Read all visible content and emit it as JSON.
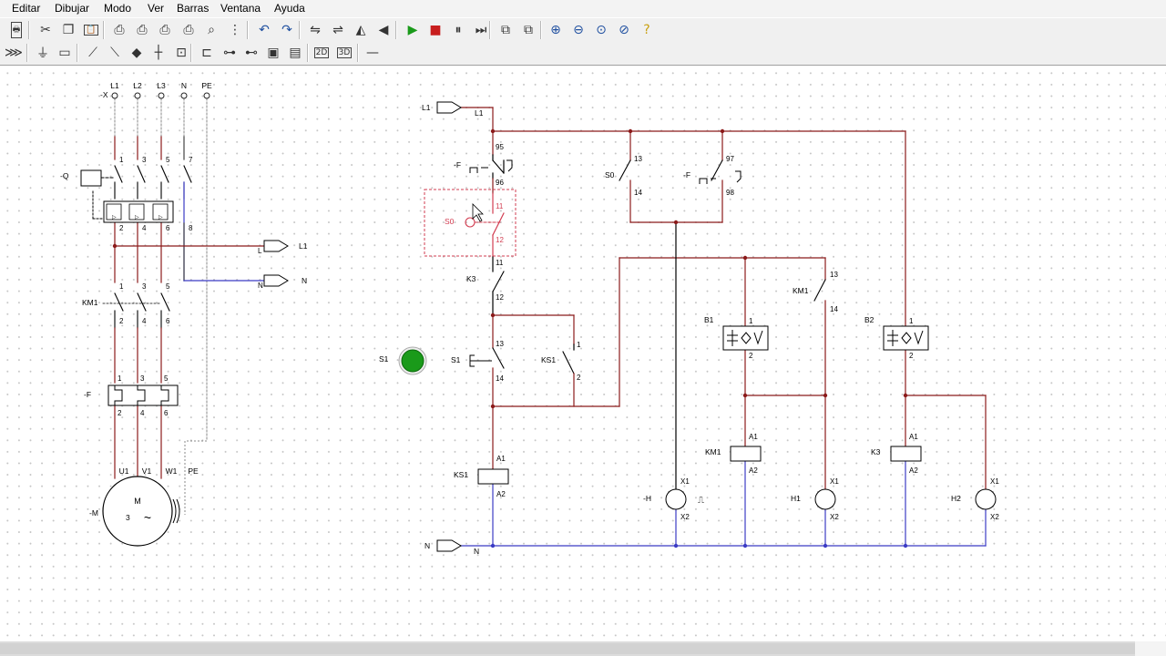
{
  "menu": [
    "Editar",
    "Dibujar",
    "Modo",
    "Ver",
    "Barras",
    "Ventana",
    "Ayuda"
  ],
  "toolbar1": [
    {
      "name": "print",
      "glyph": "🖶"
    },
    {
      "name": "cut",
      "glyph": "✂"
    },
    {
      "name": "copy",
      "glyph": "❐"
    },
    {
      "name": "paste",
      "glyph": "📋"
    },
    {
      "name": "print-preview-1",
      "glyph": "⎙"
    },
    {
      "name": "print-preview-2",
      "glyph": "⎙"
    },
    {
      "name": "print-preview-3",
      "glyph": "⎙"
    },
    {
      "name": "print-preview-4",
      "glyph": "⎙"
    },
    {
      "name": "find",
      "glyph": "⌕"
    },
    {
      "name": "grid",
      "glyph": "⋮"
    },
    {
      "name": "undo",
      "glyph": "↶"
    },
    {
      "name": "redo",
      "glyph": "↷"
    },
    {
      "name": "align-1",
      "glyph": "⇋"
    },
    {
      "name": "align-2",
      "glyph": "⇌"
    },
    {
      "name": "mirror-v",
      "glyph": "◭"
    },
    {
      "name": "mirror-h",
      "glyph": "◀"
    },
    {
      "name": "run",
      "glyph": "▶"
    },
    {
      "name": "stop",
      "glyph": "■"
    },
    {
      "name": "pause",
      "glyph": "⏸"
    },
    {
      "name": "step",
      "glyph": "⏭"
    },
    {
      "name": "window-1",
      "glyph": "⧉"
    },
    {
      "name": "window-2",
      "glyph": "⧉"
    },
    {
      "name": "zoom-in",
      "glyph": "⊕"
    },
    {
      "name": "zoom-out",
      "glyph": "⊖"
    },
    {
      "name": "zoom-fit",
      "glyph": "⊙"
    },
    {
      "name": "zoom-window",
      "glyph": "⊘"
    },
    {
      "name": "help",
      "glyph": "?"
    }
  ],
  "toolbar2": [
    {
      "name": "bus",
      "glyph": "⋙"
    },
    {
      "name": "plug",
      "glyph": "⏚"
    },
    {
      "name": "battery",
      "glyph": "▭"
    },
    {
      "name": "contact-no",
      "glyph": "⟋"
    },
    {
      "name": "contact-nc",
      "glyph": "⟍"
    },
    {
      "name": "node",
      "glyph": "◆"
    },
    {
      "name": "tee",
      "glyph": "┼"
    },
    {
      "name": "fuse",
      "glyph": "⊡"
    },
    {
      "name": "resistor",
      "glyph": "⊏"
    },
    {
      "name": "coil",
      "glyph": "⊶"
    },
    {
      "name": "transistor",
      "glyph": "⊷"
    },
    {
      "name": "box-1",
      "glyph": "▣"
    },
    {
      "name": "box-2",
      "glyph": "▤"
    },
    {
      "name": "box-2d",
      "glyph": "2D"
    },
    {
      "name": "box-3d",
      "glyph": "3D"
    },
    {
      "name": "wire",
      "glyph": "—"
    }
  ],
  "colors": {
    "phase": "#8b1a1a",
    "neutral": "#3b3bc4",
    "black": "#000000",
    "selection": "#d23c50",
    "pilot": "#1a9a1a"
  },
  "power": {
    "terminal_header": "-X",
    "terminals": [
      "L1",
      "L2",
      "L3",
      "N",
      "PE"
    ],
    "q_label": "-Q",
    "q_top": [
      "1",
      "3",
      "5",
      "7"
    ],
    "q_bottom": [
      "2",
      "4",
      "6",
      "8"
    ],
    "out_l1": "L1",
    "out_n": "N",
    "out_l1_mark": "L",
    "out_n_mark": "N",
    "km1_label": "KM1",
    "km1_top": [
      "1",
      "3",
      "5"
    ],
    "km1_bottom": [
      "2",
      "4",
      "6"
    ],
    "f_label": "-F",
    "f_top": [
      "1",
      "3",
      "5"
    ],
    "f_bottom": [
      "2",
      "4",
      "6"
    ],
    "motor_terms": [
      "U1",
      "V1",
      "W1",
      "PE"
    ],
    "motor_label": "-M",
    "motor_m": "M",
    "motor_phase": "3",
    "motor_sym": "~"
  },
  "control": {
    "l1_in": "L1",
    "l1_wire": "L1",
    "n_in": "N",
    "n_wire": "N",
    "f_label": "-F",
    "f_95": "95",
    "f_96": "96",
    "s0_label": "S0",
    "s0_11": "11",
    "s0_12": "12",
    "k3_label": "K3",
    "k3_11": "11",
    "k3_12": "12",
    "s1_label": "S1",
    "s1_13": "13",
    "s1_14": "14",
    "ks1_label": "KS1",
    "ks1_1": "1",
    "ks1_2": "2",
    "ks1_coil": "KS1",
    "ks1_a1": "A1",
    "ks1_a2": "A2",
    "s0b_label": "S0",
    "s0b_13": "13",
    "s0b_14": "14",
    "fb_label": "-F",
    "fb_97": "97",
    "fb_98": "98",
    "h_label": "-H",
    "h_blink": "⎍",
    "h_x1": "X1",
    "h_x2": "X2",
    "b1_label": "B1",
    "b1_1": "1",
    "b1_2": "2",
    "km1c_label": "KM1",
    "km1c_13": "13",
    "km1c_14": "14",
    "km1_coil": "KM1",
    "km1_a1": "A1",
    "km1_a2": "A2",
    "h1_label": "H1",
    "h1_x1": "X1",
    "h1_x2": "X2",
    "b2_label": "B2",
    "b2_1": "1",
    "b2_2": "2",
    "k3_coil": "K3",
    "k3_a1": "A1",
    "k3_a2": "A2",
    "h2_label": "H2",
    "h2_x1": "X1",
    "h2_x2": "X2",
    "s1_pilot_label": "S1"
  }
}
